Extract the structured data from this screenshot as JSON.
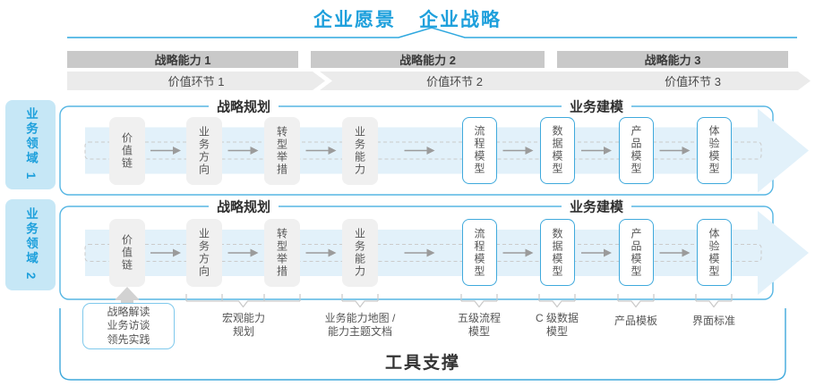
{
  "colors": {
    "accent_blue": "#1EA0DC",
    "line_blue": "#2FA8DF",
    "panel_border": "#56B6E3",
    "box_border_blue": "#3FA9DC",
    "band_blue": "#E2F1FA",
    "domain_bg": "#C6E7F6",
    "bar_gray": "#C9C9C9",
    "chevron_gray": "#EBEBEB",
    "box_gray": "#F0F0F0",
    "connector_gray": "#C9C9C9",
    "arrow_gray": "#9B9B9B",
    "up_arrow_gray": "#D2D2D2",
    "text_dark": "#333333",
    "text_gray": "#555555"
  },
  "title": {
    "vision": "企业愿景",
    "strategy": "企业战略"
  },
  "capability_bars": [
    {
      "label": "战略能力 1"
    },
    {
      "label": "战略能力 2"
    },
    {
      "label": "战略能力 3"
    }
  ],
  "value_links": [
    {
      "label": "价值环节 1"
    },
    {
      "label": "价值环节 2"
    },
    {
      "label": "价值环节 3"
    }
  ],
  "domains": [
    {
      "label": "业务领域 1"
    },
    {
      "label": "业务领域 2"
    }
  ],
  "section_headers": {
    "planning": "战略规划",
    "modeling": "业务建模"
  },
  "flow": {
    "boxes": [
      {
        "label": "价值链",
        "style": "gray"
      },
      {
        "label": "业务方向",
        "style": "gray"
      },
      {
        "label": "转型举措",
        "style": "gray"
      },
      {
        "label": "业务能力",
        "style": "gray"
      },
      {
        "label": "流程模型",
        "style": "blue"
      },
      {
        "label": "数据模型",
        "style": "blue"
      },
      {
        "label": "产品模型",
        "style": "blue"
      },
      {
        "label": "体验模型",
        "style": "blue"
      }
    ]
  },
  "annotations": {
    "inputs_box": "战略解读\n业务访谈\n领先实践",
    "labels": [
      {
        "text": "宏观能力\n规划"
      },
      {
        "text": "业务能力地图 /\n能力主题文档"
      },
      {
        "text": "五级流程\n模型"
      },
      {
        "text": "C 级数据\n模型"
      },
      {
        "text": "产品模板"
      },
      {
        "text": "界面标准"
      }
    ]
  },
  "tool_support": "工具支撑"
}
